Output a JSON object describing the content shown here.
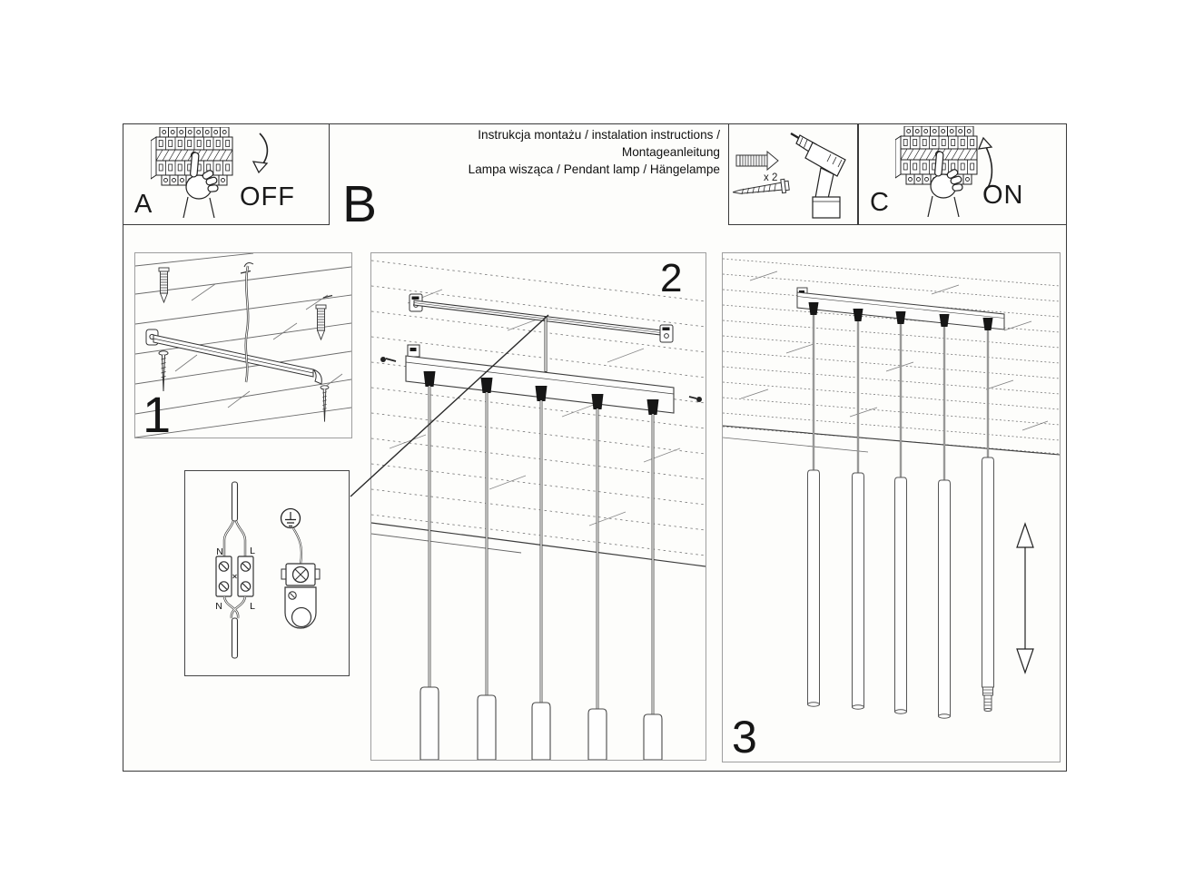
{
  "title_block": {
    "line1": "Instrukcja montażu / instalation instructions / Montageanleitung",
    "line2": "Lampa wisząca / Pendant lamp / Hängelampe"
  },
  "top_row": {
    "panel_a": {
      "label": "A",
      "state": "OFF",
      "icons": [
        "circuit-breaker-icon",
        "pressing-hand-icon",
        "curved-arrow-down-icon"
      ]
    },
    "panel_b": {
      "label": "B"
    },
    "tools_panel": {
      "anchor_quantity": "x 2",
      "icons": [
        "wall-plug-icon",
        "screw-icon",
        "power-drill-icon"
      ]
    },
    "panel_c": {
      "label": "C",
      "state": "ON",
      "icons": [
        "circuit-breaker-icon",
        "pressing-hand-icon",
        "curved-arrow-up-icon"
      ]
    }
  },
  "steps": [
    {
      "number": "1",
      "shows": "ceiling with mounting bracket, two wall plugs and two screws"
    },
    {
      "number": "2",
      "shows": "bracket on ceiling, canopy with five cord grips and five pendant tubes"
    },
    {
      "number": "3",
      "shows": "finished lamp, five hanging tubes, height adjustment arrow"
    }
  ],
  "wiring_detail": {
    "labels": {
      "top_n": "N",
      "top_l": "L",
      "bottom_n": "N",
      "bottom_l": "L"
    },
    "shows": "terminal block with N/L wires and earth clamp"
  },
  "colors": {
    "ink": "#222222",
    "panel_border": "#9e9e9e",
    "box_border": "#3a3a3a",
    "paper": "#fdfdfb",
    "grip_black": "#161616"
  }
}
